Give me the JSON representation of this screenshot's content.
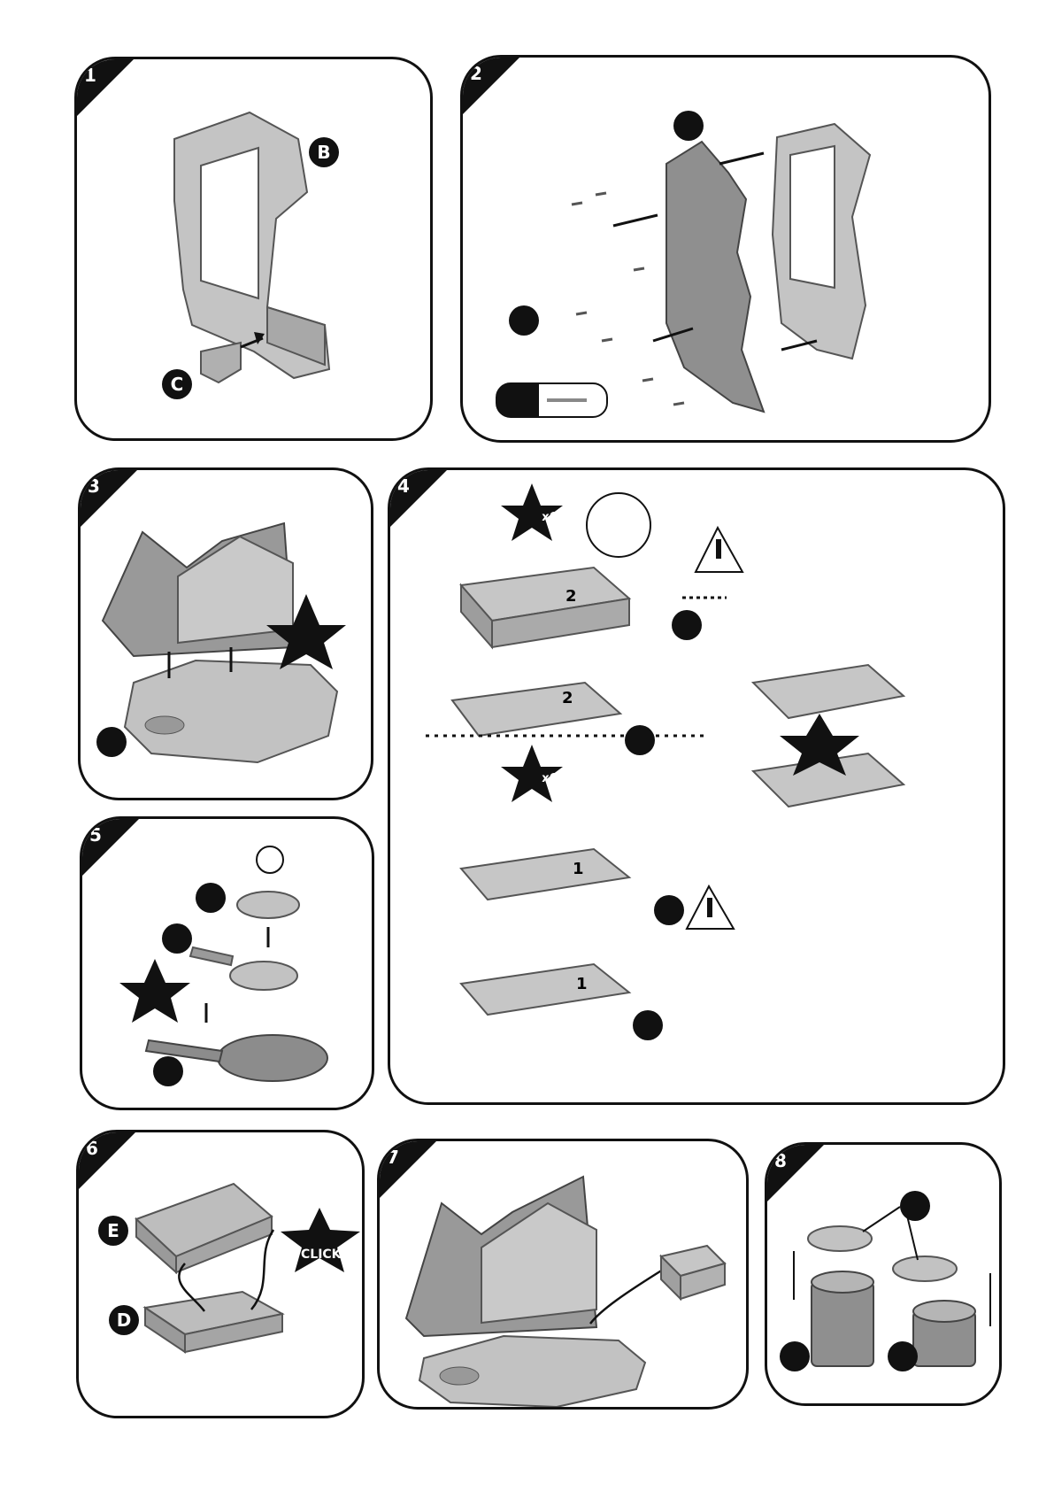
{
  "steps": [
    "1",
    "2",
    "3",
    "4",
    "5",
    "6",
    "7",
    "8"
  ],
  "labels": {
    "b": "B",
    "c": "C",
    "e": "E",
    "d": "D",
    "x6": "x6",
    "click": "CLICK",
    "num2": "2",
    "num1": "1"
  },
  "colors": {
    "ink": "#111111",
    "part": "#b8b8b8",
    "dark": "#8a8a8a"
  }
}
